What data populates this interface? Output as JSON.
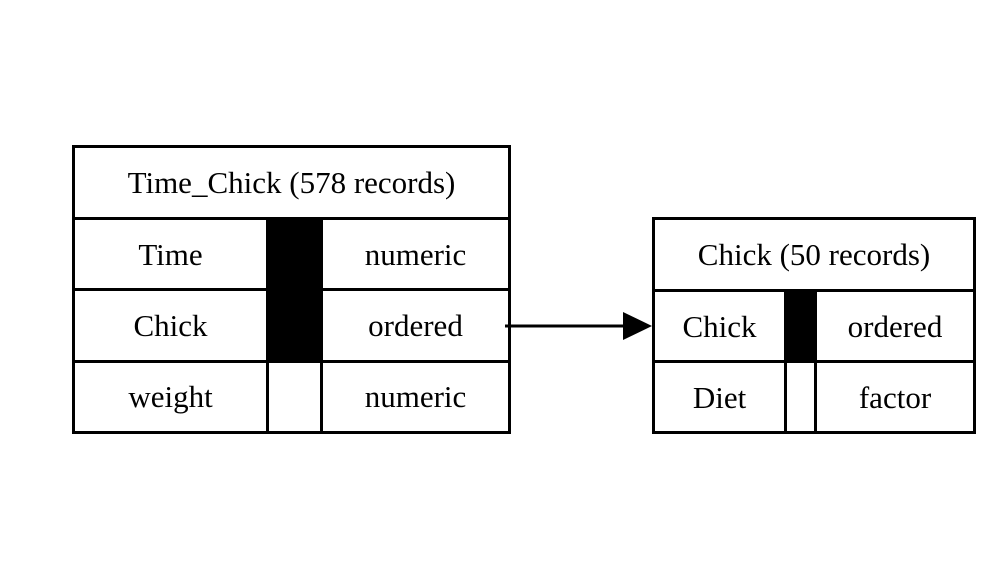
{
  "diagram": {
    "type": "entity-relationship",
    "background_color": "#ffffff",
    "line_color": "#000000",
    "key_marker_color": "#000000",
    "entities": [
      {
        "id": "time_chick",
        "name": "Time_Chick",
        "record_count": "578",
        "header": "Time_Chick (578 records)",
        "fields": [
          {
            "name": "Time",
            "type": "numeric",
            "is_key": true
          },
          {
            "name": "Chick",
            "type": "ordered",
            "is_key": true
          },
          {
            "name": "weight",
            "type": "numeric",
            "is_key": false
          }
        ]
      },
      {
        "id": "chick",
        "name": "Chick",
        "record_count": "50",
        "header": "Chick (50 records)",
        "fields": [
          {
            "name": "Chick",
            "type": "ordered",
            "is_key": true
          },
          {
            "name": "Diet",
            "type": "factor",
            "is_key": false
          }
        ]
      }
    ],
    "relationship": {
      "from_entity": "time_chick",
      "from_field": "Chick",
      "to_entity": "chick",
      "to_field": "Chick",
      "direction": "right",
      "style": "solid-line-with-filled-arrowhead"
    }
  }
}
